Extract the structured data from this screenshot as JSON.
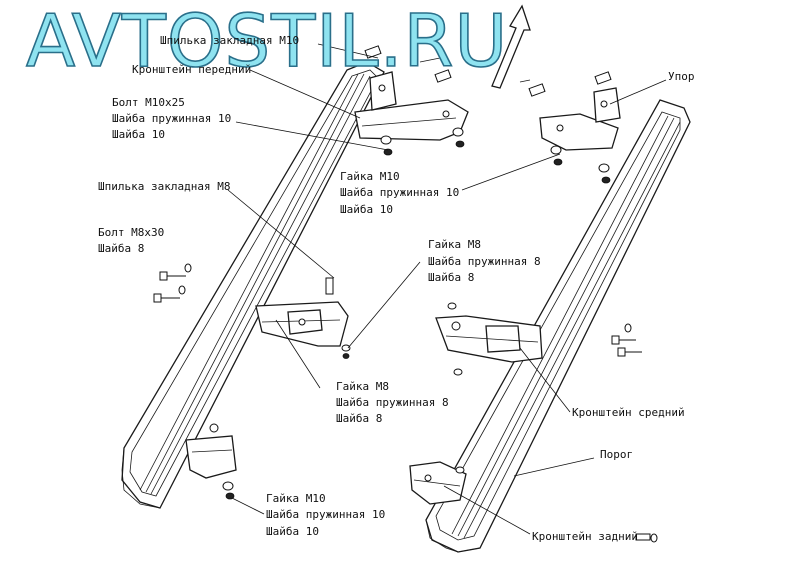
{
  "brand": {
    "text": "AVTOSTIL.RU",
    "fill": "#8FE3F0",
    "stroke": "#2A6F8A"
  },
  "labels": {
    "stud_m10": "Шпилька закладная М10",
    "bracket_front": "Кронштейн передний",
    "bolt_m10x25": "Болт М10x25",
    "washer_spring_10_a": "Шайба пружинная 10",
    "washer_10_a": "Шайба 10",
    "stop": "Упор",
    "nut_m10_a": "Гайка М10",
    "washer_spring_10_b": "Шайба пружинная 10",
    "washer_10_b": "Шайба 10",
    "stud_m8": "Шпилька закладная М8",
    "bolt_m8x30": "Болт М8x30",
    "washer_8_a": "Шайба 8",
    "nut_m8_a": "Гайка М8",
    "washer_spring_8_a": "Шайба пружинная 8",
    "washer_8_b": "Шайба 8",
    "nut_m8_b": "Гайка М8",
    "washer_spring_8_b": "Шайба пружинная 8",
    "washer_8_c": "Шайба 8",
    "bracket_middle": "Кронштейн средний",
    "sill": "Порог",
    "nut_m10_b": "Гайка М10",
    "washer_spring_10_c": "Шайба пружинная 10",
    "washer_10_c": "Шайба 10",
    "bracket_rear": "Кронштейн задний"
  }
}
